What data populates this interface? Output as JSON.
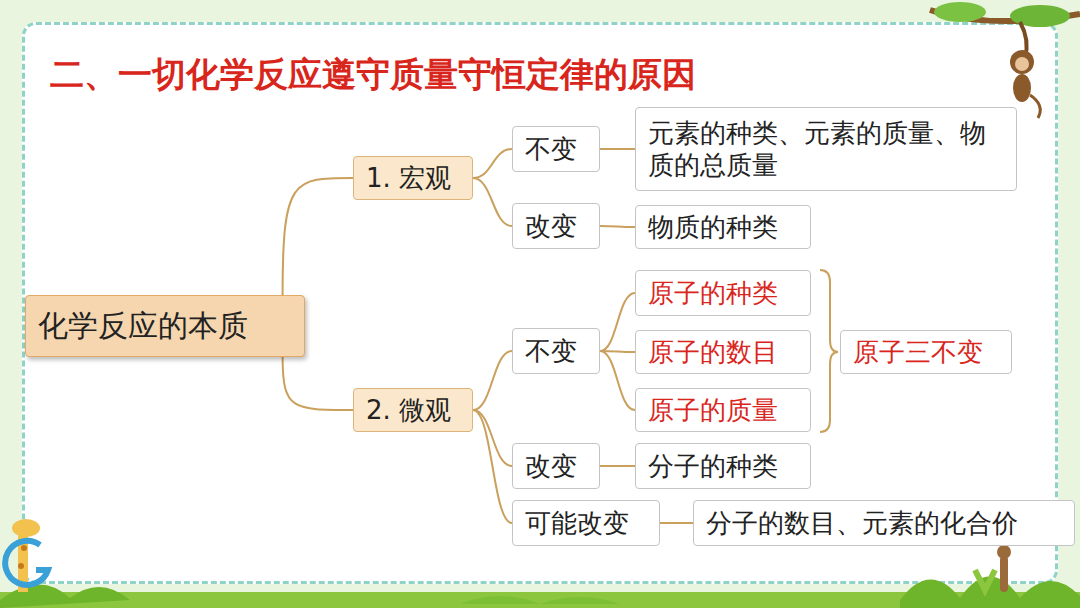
{
  "diagram": {
    "title": "二、一切化学反应遵守质量守恒定律的原因",
    "nodes": [
      {
        "text": [
          "化学反应的本质"
        ]
      },
      {
        "text": [
          "1. 宏观"
        ]
      },
      {
        "text": [
          "不变"
        ]
      },
      {
        "text": [
          "元素的种类、元素的质量、物质的总质量"
        ]
      },
      {
        "text": [
          "改变"
        ]
      },
      {
        "text": [
          "物质的种类"
        ]
      },
      {
        "text": [
          "2. 微观"
        ]
      },
      {
        "text": [
          "不变"
        ]
      },
      {
        "text": [
          "原子的种类"
        ]
      },
      {
        "text": [
          "原子的数目"
        ]
      },
      {
        "text": [
          "原子的质量"
        ]
      },
      {
        "text": [
          "原子三不变"
        ]
      },
      {
        "text": [
          "改变"
        ]
      },
      {
        "text": [
          "分子的种类"
        ]
      },
      {
        "text": [
          "可能改变"
        ]
      },
      {
        "text": [
          "分子的数目、元素的化合价"
        ]
      }
    ],
    "edges": [
      {
        "from": 0,
        "to": 1,
        "arrow": "none"
      },
      {
        "from": 1,
        "to": 2,
        "arrow": "none"
      },
      {
        "from": 2,
        "to": 3,
        "arrow": "none"
      },
      {
        "from": 1,
        "to": 4,
        "arrow": "none"
      },
      {
        "from": 4,
        "to": 5,
        "arrow": "none"
      },
      {
        "from": 0,
        "to": 6,
        "arrow": "none"
      },
      {
        "from": 6,
        "to": 7,
        "arrow": "none"
      },
      {
        "from": 7,
        "to": 8,
        "arrow": "none"
      },
      {
        "from": 7,
        "to": 9,
        "arrow": "none"
      },
      {
        "from": 7,
        "to": 10,
        "arrow": "none"
      },
      {
        "from": 6,
        "to": 12,
        "arrow": "none"
      },
      {
        "from": 12,
        "to": 13,
        "arrow": "none"
      },
      {
        "from": 6,
        "to": 14,
        "arrow": "none"
      },
      {
        "from": 14,
        "to": 15,
        "arrow": "none"
      }
    ]
  }
}
